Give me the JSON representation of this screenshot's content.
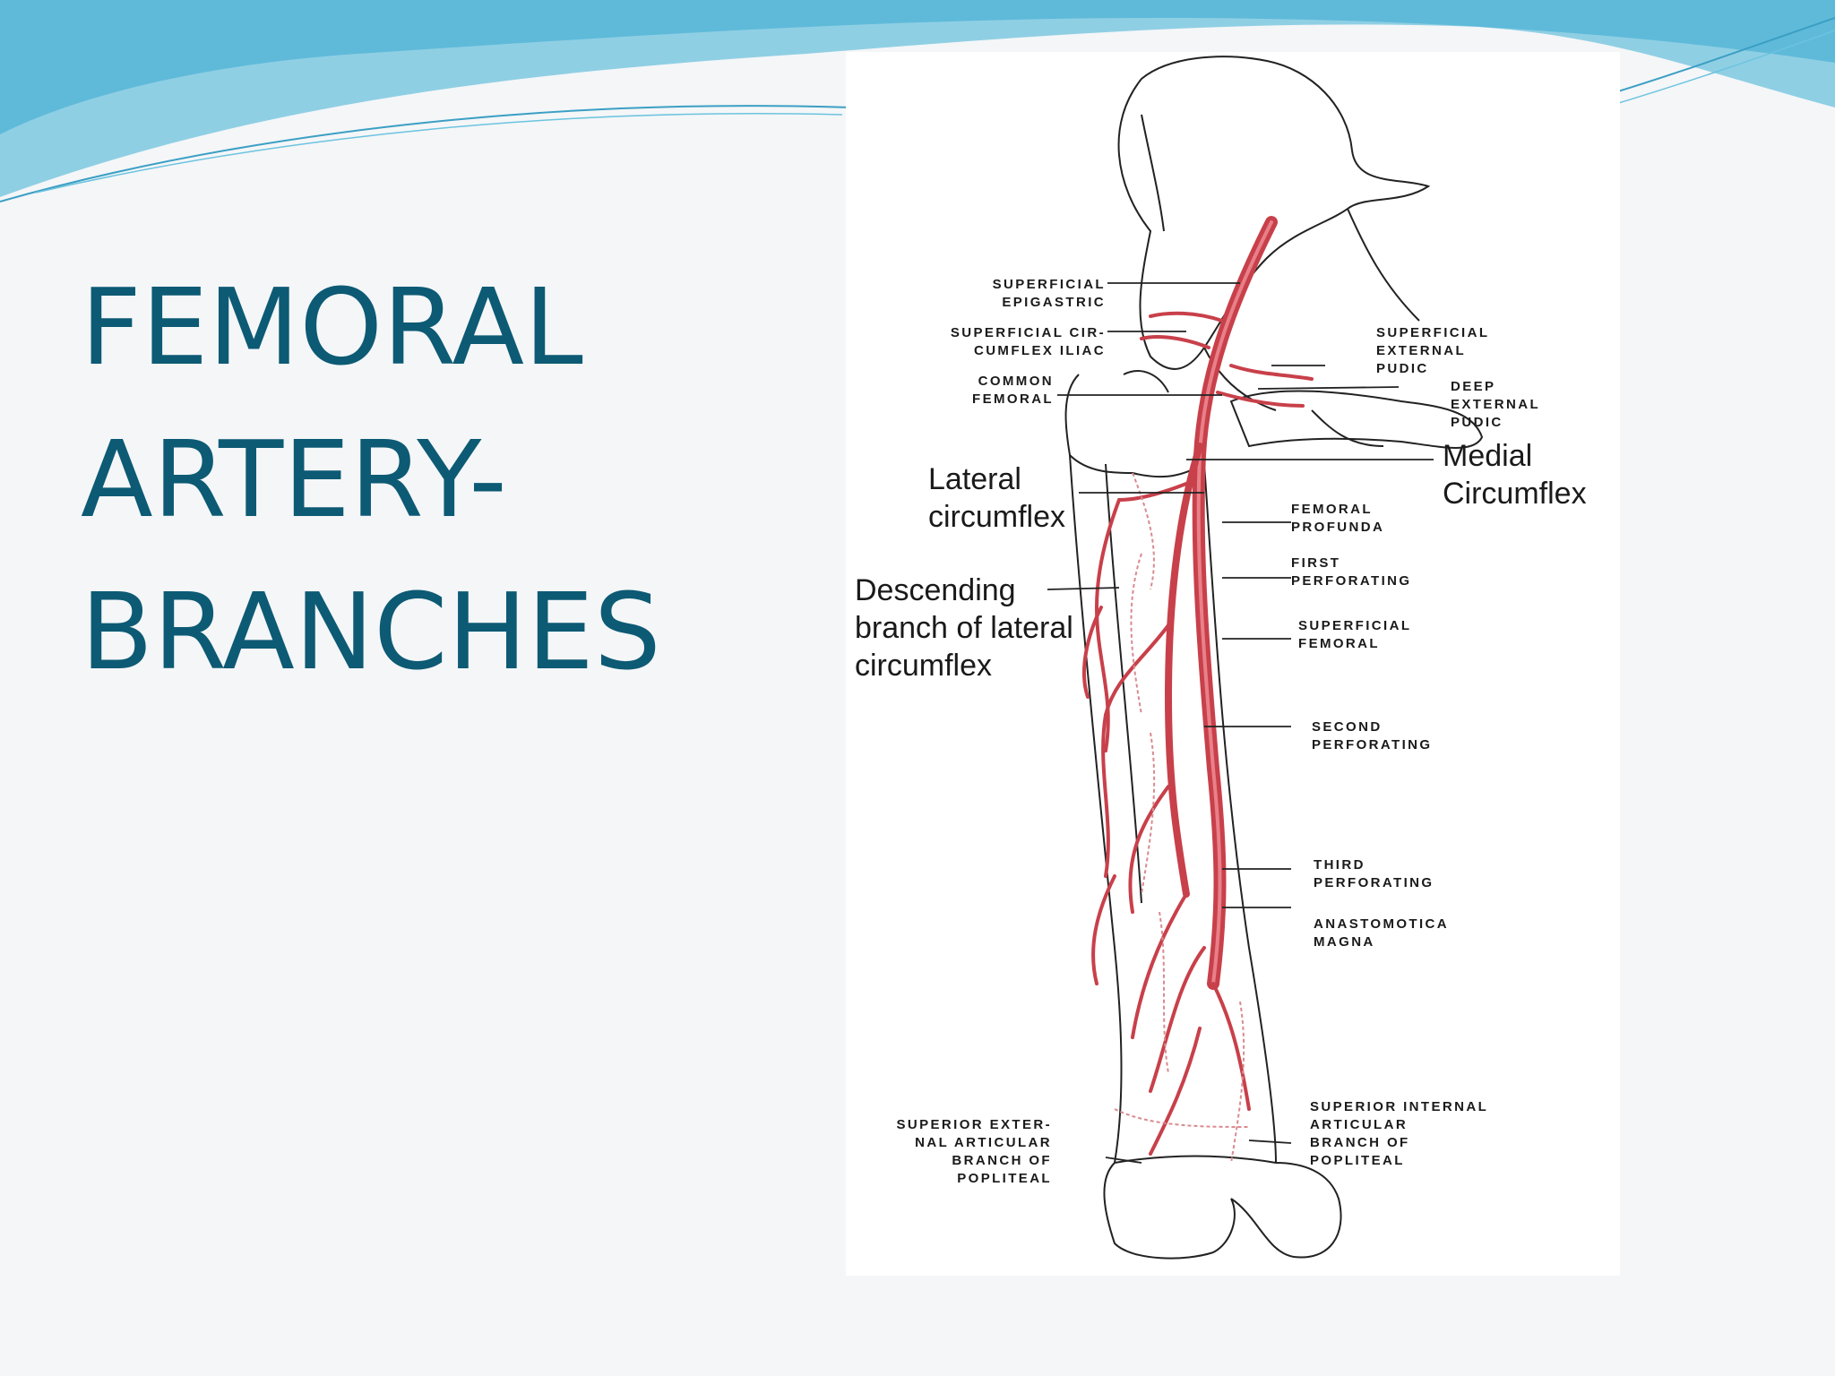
{
  "title": {
    "lines": [
      "FEMORAL",
      "ARTERY-",
      "BRANCHES"
    ]
  },
  "colors": {
    "title": "#0d5a74",
    "artery": "#c8404a",
    "wave_dark": "#4fb3d6",
    "wave_light": "#a8dcec"
  },
  "figure": {
    "labels": {
      "superficial_epigastric": [
        "SUPERFICIAL",
        "EPIGASTRIC"
      ],
      "superficial_circumflex_iliac": [
        "SUPERFICIAL CIR-",
        "CUMFLEX ILIAC"
      ],
      "common_femoral": [
        "COMMON",
        "FEMORAL"
      ],
      "lateral_circumflex": [
        "Lateral",
        "circumflex"
      ],
      "descending_branch": [
        "Descending",
        "branch of lateral",
        "circumflex"
      ],
      "superior_external_articular": [
        "SUPERIOR EXTER-",
        "NAL ARTICULAR",
        "BRANCH OF",
        "POPLITEAL"
      ],
      "superficial_external_pudic": [
        "SUPERFICIAL",
        "EXTERNAL",
        "PUDIC"
      ],
      "deep_external_pudic": [
        "DEEP",
        "EXTERNAL",
        "PUDIC"
      ],
      "medial_circumflex": [
        "Medial",
        "Circumflex"
      ],
      "femoral_profunda": [
        "FEMORAL",
        "PROFUNDA"
      ],
      "first_perforating": [
        "FIRST",
        "PERFORATING"
      ],
      "superficial_femoral": [
        "SUPERFICIAL",
        "FEMORAL"
      ],
      "second_perforating": [
        "SECOND",
        "PERFORATING"
      ],
      "third_perforating": [
        "THIRD",
        "PERFORATING"
      ],
      "anastomotica_magna": [
        "ANASTOMOTICA",
        "MAGNA"
      ],
      "superior_internal_articular": [
        "SUPERIOR INTERNAL",
        "ARTICULAR",
        "BRANCH OF",
        "POPLITEAL"
      ]
    }
  }
}
